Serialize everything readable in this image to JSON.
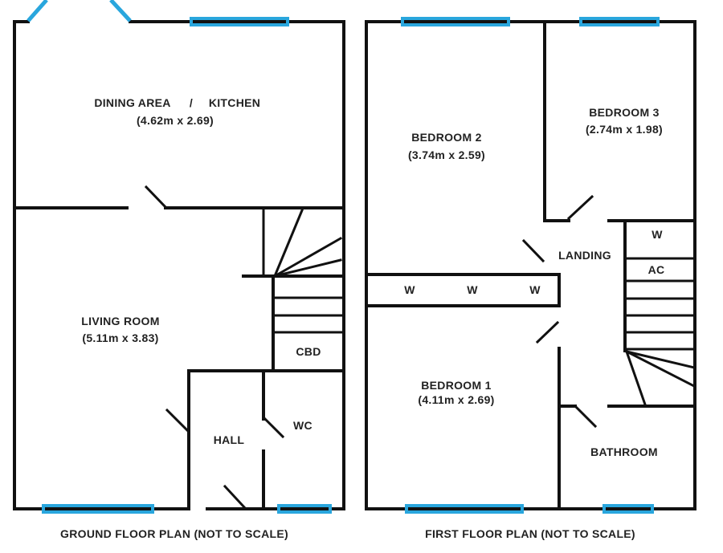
{
  "ground_floor": {
    "caption": "GROUND FLOOR PLAN (NOT TO SCALE)",
    "rooms": {
      "dining": {
        "name": "DINING AREA",
        "separator": "/",
        "name2": "KITCHEN",
        "size": "(4.62m x 2.69)"
      },
      "living": {
        "name": "LIVING ROOM",
        "size": "(5.11m x 3.83)"
      },
      "cbd": {
        "name": "CBD"
      },
      "hall": {
        "name": "HALL"
      },
      "wc": {
        "name": "WC"
      }
    }
  },
  "first_floor": {
    "caption": "FIRST FLOOR PLAN (NOT TO SCALE)",
    "rooms": {
      "bedroom2": {
        "name": "BEDROOM 2",
        "size": "(3.74m x 2.59)"
      },
      "bedroom3": {
        "name": "BEDROOM 3",
        "size": "(2.74m x 1.98)"
      },
      "bedroom1": {
        "name": "BEDROOM 1",
        "size": "(4.11m x 2.69)"
      },
      "landing": {
        "name": "LANDING"
      },
      "bathroom": {
        "name": "BATHROOM"
      },
      "w1": {
        "name": "W"
      },
      "w2": {
        "name": "W"
      },
      "w3": {
        "name": "W"
      },
      "w4": {
        "name": "W"
      },
      "ac": {
        "name": "AC"
      }
    }
  },
  "colors": {
    "wall": "#111111",
    "window": "#29a6dd"
  }
}
